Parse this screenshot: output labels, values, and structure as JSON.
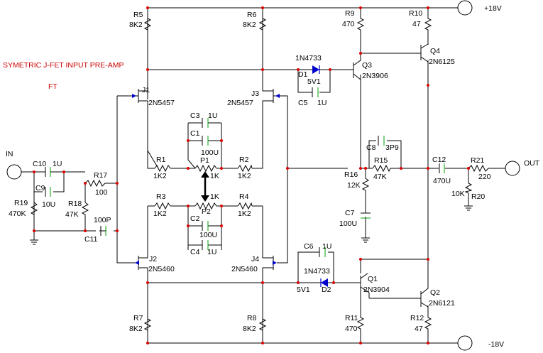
{
  "title": "SYMETRIC J-FET INPUT PRE-AMP",
  "author": "FT",
  "ports": {
    "in": "IN",
    "out": "OUT",
    "vpos": "+18V",
    "vneg": "-18V"
  },
  "components": {
    "R5": {
      "ref": "R5",
      "value": "8K2"
    },
    "R6": {
      "ref": "R6",
      "value": "8K2"
    },
    "R7": {
      "ref": "R7",
      "value": "8K2"
    },
    "R8": {
      "ref": "R8",
      "value": "8K2"
    },
    "R9": {
      "ref": "R9",
      "value": "470"
    },
    "R10": {
      "ref": "R10",
      "value": "47"
    },
    "R11": {
      "ref": "R11",
      "value": "470"
    },
    "R12": {
      "ref": "R12",
      "value": "47"
    },
    "R1": {
      "ref": "R1",
      "value": "1K2"
    },
    "R2": {
      "ref": "R2",
      "value": "1K2"
    },
    "R3": {
      "ref": "R3",
      "value": "1K2"
    },
    "R4": {
      "ref": "R4",
      "value": "1K2"
    },
    "R15": {
      "ref": "R15",
      "value": "47K"
    },
    "R16": {
      "ref": "R16",
      "value": "12K"
    },
    "R17": {
      "ref": "R17",
      "value": "100"
    },
    "R18": {
      "ref": "R18",
      "value": "47K"
    },
    "R19": {
      "ref": "R19",
      "value": "470K"
    },
    "R20": {
      "ref": "R20",
      "value": "10K"
    },
    "R21": {
      "ref": "R21",
      "value": "220"
    },
    "P1": {
      "ref": "P1",
      "value": "1K"
    },
    "P2": {
      "ref": "P2",
      "value": "1K"
    },
    "C1": {
      "ref": "C1",
      "value": "100U"
    },
    "C2": {
      "ref": "C2",
      "value": "100U"
    },
    "C3": {
      "ref": "C3",
      "value": "1U"
    },
    "C4": {
      "ref": "C4",
      "value": "1U"
    },
    "C5": {
      "ref": "C5",
      "value": "1U"
    },
    "C6": {
      "ref": "C6",
      "value": "1U"
    },
    "C7": {
      "ref": "C7",
      "value": "100U"
    },
    "C8": {
      "ref": "C8",
      "value": "3P9"
    },
    "C9": {
      "ref": "C9",
      "value": "10U"
    },
    "C10": {
      "ref": "C10",
      "value": "1U"
    },
    "C11": {
      "ref": "C11",
      "value": "100P"
    },
    "C12": {
      "ref": "C12",
      "value": "470U"
    },
    "D1": {
      "ref": "D1",
      "value": "5V1",
      "part": "1N4733"
    },
    "D2": {
      "ref": "D2",
      "value": "5V1",
      "part": "1N4733"
    },
    "J1": {
      "ref": "J1",
      "value": "2N5457"
    },
    "J2": {
      "ref": "J2",
      "value": "2N5460"
    },
    "J3": {
      "ref": "J3",
      "value": "2N5457"
    },
    "J4": {
      "ref": "J4",
      "value": "2N5460"
    },
    "Q1": {
      "ref": "Q1",
      "value": "2N3904"
    },
    "Q2": {
      "ref": "Q2",
      "value": "2N6121"
    },
    "Q3": {
      "ref": "Q3",
      "value": "2N3906"
    },
    "Q4": {
      "ref": "Q4",
      "value": "2N6125"
    }
  }
}
